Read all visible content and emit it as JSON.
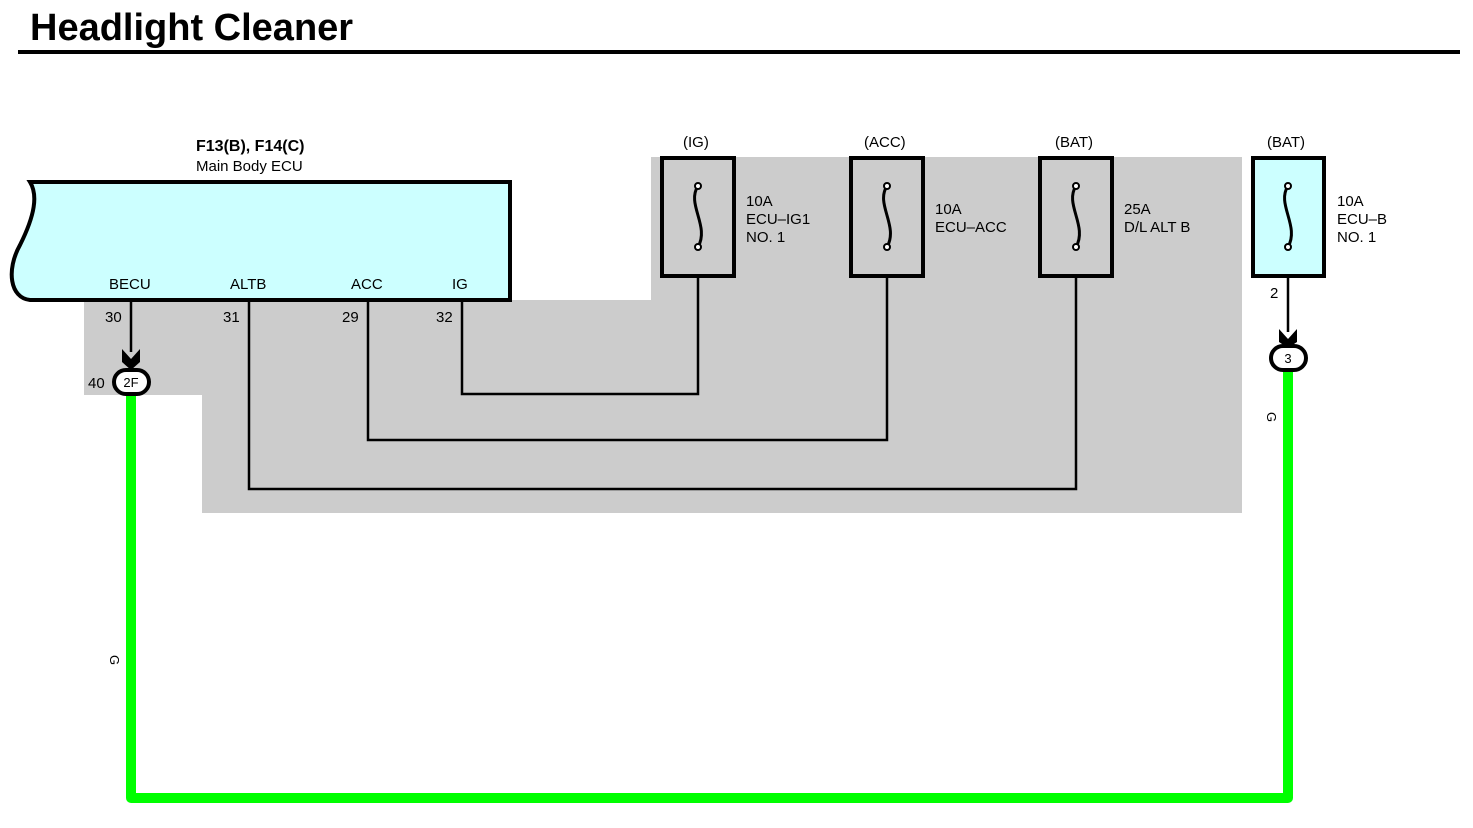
{
  "page": {
    "title": "Headlight Cleaner"
  },
  "ecu": {
    "code": "F13(B), F14(C)",
    "name": "Main Body ECU",
    "pins": [
      {
        "label": "BECU",
        "number": "30"
      },
      {
        "label": "ALTB",
        "number": "31"
      },
      {
        "label": "ACC",
        "number": "29"
      },
      {
        "label": "IG",
        "number": "32"
      }
    ]
  },
  "fuses": [
    {
      "source": "(IG)",
      "rating": "10A",
      "name_line1": "ECU–IG1",
      "name_line2": "NO. 1"
    },
    {
      "source": "(ACC)",
      "rating": "10A",
      "name_line1": "ECU–ACC",
      "name_line2": ""
    },
    {
      "source": "(BAT)",
      "rating": "25A",
      "name_line1": "D/L ALT B",
      "name_line2": ""
    },
    {
      "source": "(BAT)",
      "rating": "10A",
      "name_line1": "ECU–B",
      "name_line2": "NO. 1",
      "pin": "2"
    }
  ],
  "connectors": {
    "left": {
      "pin": "40",
      "label": "2F"
    },
    "right": {
      "label": "3"
    }
  },
  "wire_color_code": "G",
  "colors": {
    "shade": "#cccccc",
    "ecu_fill": "#ccffff",
    "wire_green": "#00ff00",
    "line": "#000000"
  }
}
